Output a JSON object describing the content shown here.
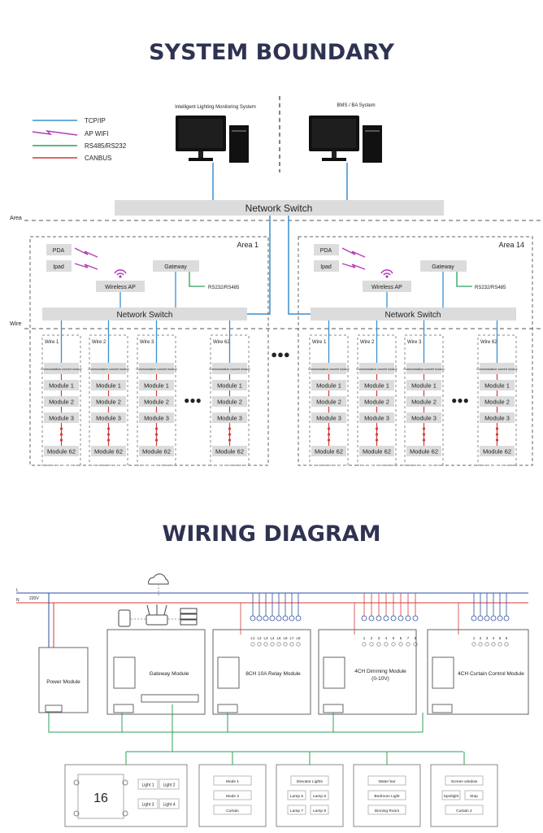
{
  "titles": {
    "system_boundary": "SYSTEM BOUNDARY",
    "wiring_diagram": "WIRING DIAGRAM"
  },
  "legend": {
    "tcp_ip": "TCP/IP",
    "ap_wifi": "AP WIFI",
    "rs485": "RS485/RS232",
    "canbus": "CANBUS"
  },
  "colors": {
    "tcp_ip": "#3a8fd0",
    "ap_wifi": "#b23cb8",
    "rs485": "#2ba05a",
    "canbus": "#d43a3a",
    "title": "#2f3352"
  },
  "computers": {
    "left": "Intelligent Lighting Monitoring System",
    "right": "BMS / BA System"
  },
  "network_switch_top": "Network Switch",
  "zone_labels": {
    "area": "Area",
    "wire": "Wire"
  },
  "areas": [
    {
      "title": "Area 1",
      "pda": "PDA",
      "ipad": "Ipad",
      "wireless_ap": "Wireless AP",
      "gateway": "Gateway",
      "rs232": "RS232/RS485",
      "switch": "Network Switch",
      "wires": [
        "Wire 1",
        "Wire 2",
        "Wire 3",
        "Wire 62"
      ]
    },
    {
      "title": "Area 14",
      "pda": "PDA",
      "ipad": "Ipad",
      "wireless_ap": "Wireless AP",
      "gateway": "Gateway",
      "rs232": "RS232/RS485",
      "switch": "Network Switch",
      "wires": [
        "Wire 1",
        "Wire 2",
        "Wire 3",
        "Wire 62"
      ]
    }
  ],
  "comm_module": "Communication convert module",
  "modules": [
    "Module 1",
    "Module 2",
    "Module 3",
    "Module 62"
  ],
  "ellipsis": "●●●",
  "wiring": {
    "voltage": "220V",
    "l": "L",
    "n": "N",
    "power_module": "Power Module",
    "gateway_module": "Gateway Module",
    "relay_module": "8CH 10A Relay Module",
    "dimming_module_1": "4CH Dimming Module",
    "dimming_module_2": "(0-10V)",
    "curtain_module": "4CH Curtain Control Module",
    "relay_channels": [
      "L1",
      "L2",
      "L3",
      "L4",
      "L5",
      "L6",
      "L7",
      "L8"
    ],
    "dimming_channels": [
      "1",
      "2",
      "3",
      "4",
      "5",
      "6",
      "7",
      "8"
    ],
    "curtain_channels": [
      "1",
      "2",
      "3",
      "4",
      "5",
      "6"
    ],
    "panel_display": "16",
    "panels": [
      [
        "Light 1",
        "Light 2",
        "Light 3",
        "Light 4"
      ],
      [
        "Mode 1",
        "Mode 2",
        "Curtain"
      ],
      [
        "Elevator Lights",
        "Lamp 5",
        "Lamp 6",
        "Lamp 7",
        "Lamp 8"
      ],
      [
        "Water bar",
        "Bedroom Light",
        "Dinning Room"
      ],
      [
        "Screen window",
        "Spotlight",
        "Stop",
        "Curtain 2"
      ]
    ]
  }
}
